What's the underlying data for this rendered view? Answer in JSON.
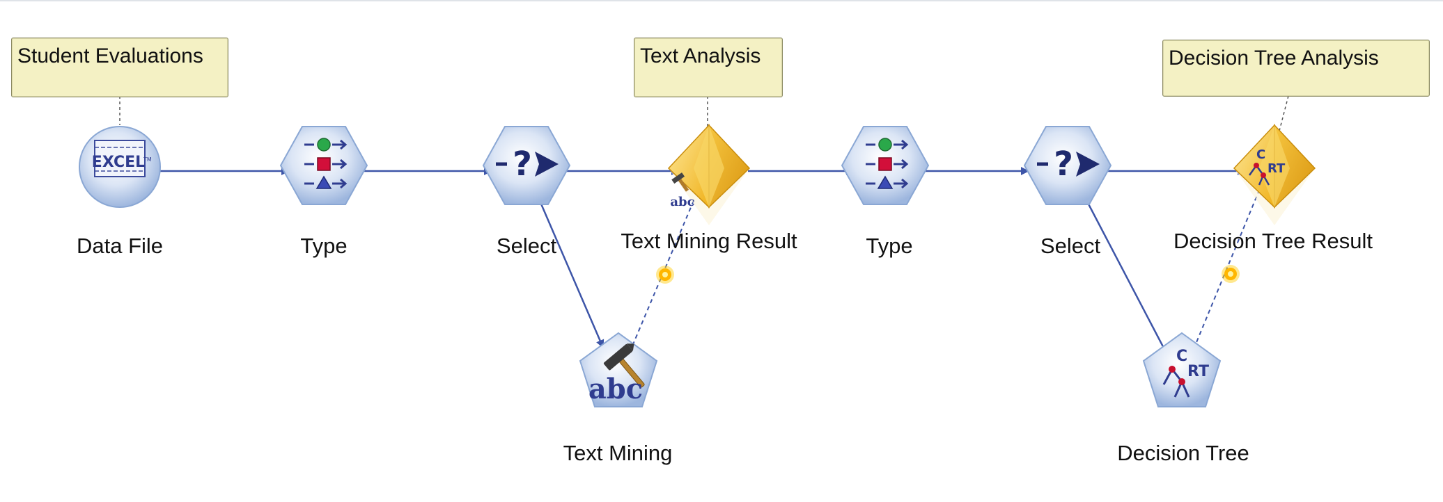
{
  "canvas": {
    "comments": [
      {
        "id": "comment-student-evaluations",
        "text": "Student Evaluations"
      },
      {
        "id": "comment-text-analysis",
        "text": "Text Analysis"
      },
      {
        "id": "comment-decision-tree-analysis",
        "text": "Decision Tree Analysis"
      }
    ],
    "nodes": [
      {
        "id": "data-file",
        "label": "Data File",
        "kind": "excel-source",
        "icon": "excel-icon"
      },
      {
        "id": "type-1",
        "label": "Type",
        "kind": "type",
        "icon": "type-icon"
      },
      {
        "id": "select-1",
        "label": "Select",
        "kind": "select",
        "icon": "select-icon"
      },
      {
        "id": "text-mining-result",
        "label": "Text Mining Result",
        "kind": "model-nugget",
        "icon": "text-mining-nugget-icon"
      },
      {
        "id": "text-mining",
        "label": "Text Mining",
        "kind": "modeling",
        "icon": "text-mining-icon",
        "icon_text": "abc"
      },
      {
        "id": "type-2",
        "label": "Type",
        "kind": "type",
        "icon": "type-icon"
      },
      {
        "id": "select-2",
        "label": "Select",
        "kind": "select",
        "icon": "select-icon"
      },
      {
        "id": "decision-tree-result",
        "label": "Decision Tree Result",
        "kind": "model-nugget",
        "icon": "decision-tree-nugget-icon"
      },
      {
        "id": "decision-tree",
        "label": "Decision Tree",
        "kind": "modeling",
        "icon": "cart-icon",
        "icon_text": "CRT"
      }
    ],
    "links": [
      {
        "from": "data-file",
        "to": "type-1"
      },
      {
        "from": "type-1",
        "to": "select-1"
      },
      {
        "from": "select-1",
        "to": "text-mining-result"
      },
      {
        "from": "select-1",
        "to": "text-mining"
      },
      {
        "from": "text-mining-result",
        "to": "type-2"
      },
      {
        "from": "type-2",
        "to": "select-2"
      },
      {
        "from": "select-2",
        "to": "decision-tree-result"
      },
      {
        "from": "select-2",
        "to": "decision-tree"
      }
    ],
    "model_links": [
      {
        "from": "text-mining",
        "to": "text-mining-result"
      },
      {
        "from": "decision-tree",
        "to": "decision-tree-result"
      }
    ],
    "colors": {
      "node_fill": "#a9c2e6",
      "node_stroke": "#7f9fd0",
      "link": "#3d55a8",
      "comment_fill": "#f4f1c4",
      "nugget_gold": "#f2b51c"
    }
  }
}
